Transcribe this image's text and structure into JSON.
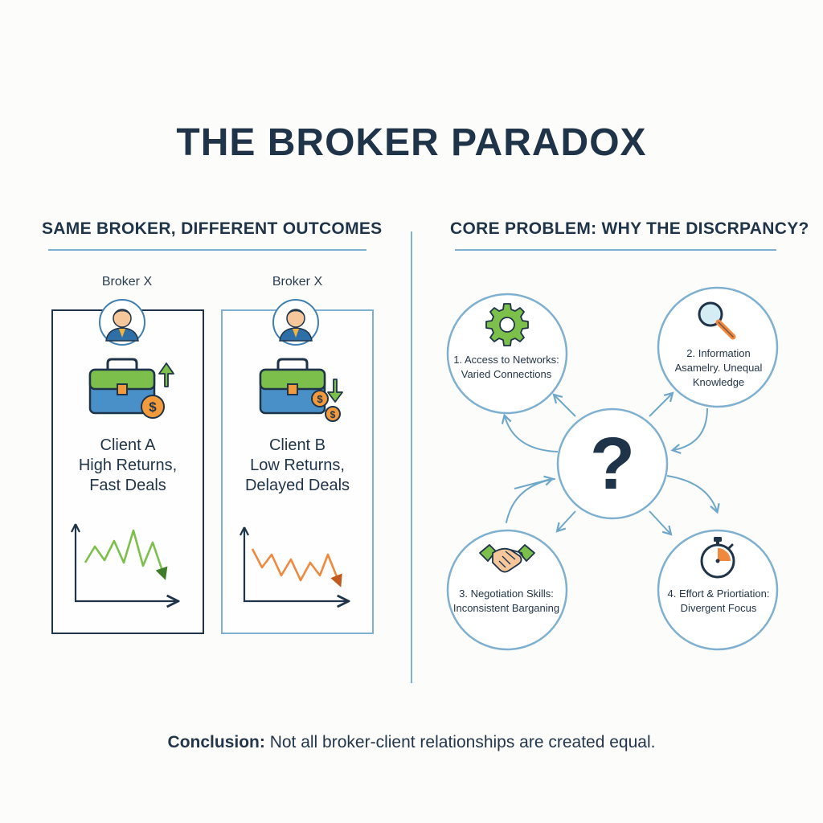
{
  "title": "THE BROKER PARADOX",
  "left": {
    "heading": "SAME BROKER, DIFFERENT OUTCOMES",
    "client_a": {
      "broker_label": "Broker X",
      "lines": [
        "Client A",
        "High Returns,",
        "Fast Deals"
      ],
      "trend": "up",
      "accent": "#7cc04b"
    },
    "client_b": {
      "broker_label": "Broker X",
      "lines": [
        "Client B",
        "Low Returns,",
        "Delayed Deals"
      ],
      "trend": "down",
      "accent": "#f0883e"
    }
  },
  "right": {
    "heading": "CORE PROBLEM: WHY THE DISCRPANCY?",
    "center_symbol": "?",
    "factors": [
      {
        "icon": "gear-icon",
        "lines": [
          "1. Access to Networks:",
          "Varied Connections"
        ]
      },
      {
        "icon": "magnifier-icon",
        "lines": [
          "2. Information",
          "Asamelry. Unequal",
          "Knowledge"
        ]
      },
      {
        "icon": "handshake-icon",
        "lines": [
          "3. Negotiation Skills:",
          "Inconsistent Barganing"
        ]
      },
      {
        "icon": "stopwatch-icon",
        "lines": [
          "4. Effort & Priortiation:",
          "Divergent Focus"
        ]
      }
    ]
  },
  "conclusion": {
    "label": "Conclusion:",
    "text": "Not all broker-client relationships are created equal."
  },
  "colors": {
    "navy": "#1f3448",
    "light_blue": "#7fb0cf",
    "green": "#7cc04b",
    "orange": "#f0883e",
    "briefcase_blue": "#4a90c8",
    "coin": "#f29a3c"
  }
}
